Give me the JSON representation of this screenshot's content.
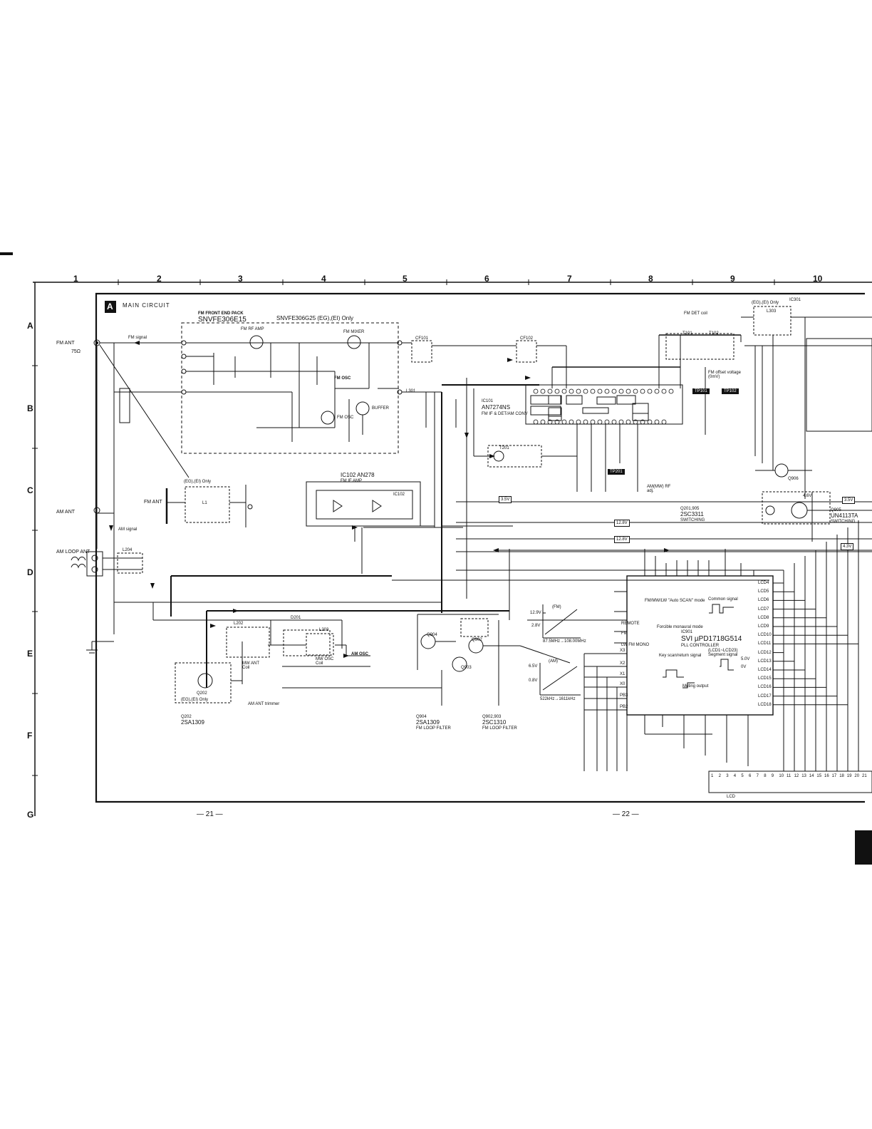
{
  "sheet": {
    "columns": [
      "1",
      "2",
      "3",
      "4",
      "5",
      "6",
      "7",
      "8",
      "9",
      "10"
    ],
    "rows": [
      "A",
      "B",
      "C",
      "D",
      "E",
      "F",
      "G"
    ],
    "section_letter": "A",
    "section_title": "MAIN CIRCUIT",
    "page_left": "— 21 —",
    "page_right": "— 22 —"
  },
  "labels": {
    "fm_ant": "FM ANT",
    "ohm75": "75Ω",
    "fm_signal": "FM signal",
    "am_ant": "AM ANT",
    "am_signal": "AM signal",
    "am_loop_ant": "AM LOOP ANT",
    "fm_front_end_pack": "FM FRONT END PACK",
    "snvfe306e15": "SNVFE306E15",
    "snvfe306g25": "SNVFE306G25 (EG),(EI) Only",
    "fm_rf_amp": "FM RF AMP",
    "fm_mixer": "FM MIXER",
    "fm_osc_top": "FM OSC",
    "fm_osc_q": "FM OSC",
    "buffer": "BUFFER",
    "cf101": "CF101",
    "cf102": "CF102",
    "l301": "L301",
    "ic101": "IC101",
    "an7274ns": "AN7274NS",
    "ic101_desc": "FM IF & DET/AM CONV",
    "t201": "T201",
    "ic102": "IC102  AN278",
    "ic102_desc": "FM IF AMP",
    "ic102_box": "IC102",
    "eg_ei_only_c": "(EG),(EI) Only",
    "fm_ant_c": "FM ANT",
    "l1": "L1",
    "fm_det_coil": "FM DET coil",
    "t101": "T101",
    "t102": "T102",
    "fm_offset": "FM offset voltage (0mV)",
    "tp101": "TP101",
    "tp102": "TP102",
    "tp201": "TP201",
    "am_mw_rf_adj": "AM(MW) RF adj.",
    "eg_ei_only_top": "(EG),(EI) Only",
    "ic301": "IC301",
    "l303": "L303",
    "q201_905": "Q201,905",
    "q201_type": "2SC3311",
    "switching1": "SWITCHING",
    "q906": "Q906",
    "q905_label": "Q905",
    "q905_type": "UN4113TA",
    "switching2": "SWITCHING",
    "v4_6": "4.6V",
    "v3_5a": "3.5V",
    "v3_5b": "3.5V",
    "v12_8a": "12.8V",
    "v12_8b": "12.8V",
    "v4_3": "4.3V",
    "l204": "L204",
    "l202": "L202",
    "l203": "L203",
    "d201": "D201",
    "mw_ant_coil": "MW ANT Coil",
    "mw_osc_coil": "MW OSC Coil",
    "am_osc": "AM OSC",
    "am_ant_trimmer": "AM ANT trimmer",
    "q202": "Q202",
    "eg_ei_only_e": "(EG),(EI) Only",
    "q202_label": "Q202",
    "q202_type": "2SA1309",
    "q904_label": "Q904",
    "q904_type": "2SA1309",
    "q904_desc": "FM LOOP FILTER",
    "q902_903_label": "Q902,903",
    "q902_903_type": "2SC1310",
    "q902_903_desc": "FM LOOP FILTER",
    "q904": "Q904",
    "q902": "Q902",
    "q903": "Q903",
    "fm_graph": "(FM)",
    "am_graph": "(AM)",
    "v12_9": "12.9V",
    "v2_8": "2.8V",
    "fm_freq": "87.5MHz→108.00MHz",
    "v6_5": "6.5V",
    "v0_8": "0.8V",
    "am_freq": "522kHz→1611kHz",
    "ic901": "IC901",
    "ic901_type": "SVI µPD1718G514",
    "pll_controller": "PLL CONTROLLER",
    "forcible_mono": "Forcible monaural mode",
    "fm_mw_lw": "FM/MW/LW \"Auto SCAN\" mode",
    "key_scan": "Key scan/return signal",
    "common_signal": "Common signal",
    "segment_signal": "Segment signal",
    "lcd1_lcd23": "(LCD1~LCD23)",
    "muting_output": "Muting output",
    "lcd_label": "LCD",
    "remote": "REMOTE",
    "fm": "FM",
    "lw_fm_mono": "LW FM MONO",
    "v5_0": "5.0V",
    "v0v": "0V"
  },
  "ic901_left_pins": [
    "X3",
    "X2",
    "X1",
    "X0",
    "PB3",
    "PB2"
  ],
  "ic901_right_pins": [
    "LCD4",
    "LCD5",
    "LCD6",
    "LCD7",
    "LCD8",
    "LCD9",
    "LCD10",
    "LCD11",
    "LCD12",
    "LCD13",
    "LCD14",
    "LCD15",
    "LCD16",
    "LCD17",
    "LCD18"
  ],
  "lcd_pins": [
    "1",
    "2",
    "3",
    "4",
    "5",
    "6",
    "7",
    "8",
    "9",
    "10",
    "11",
    "12",
    "13",
    "14",
    "15",
    "16",
    "17",
    "18",
    "19",
    "20",
    "21"
  ]
}
